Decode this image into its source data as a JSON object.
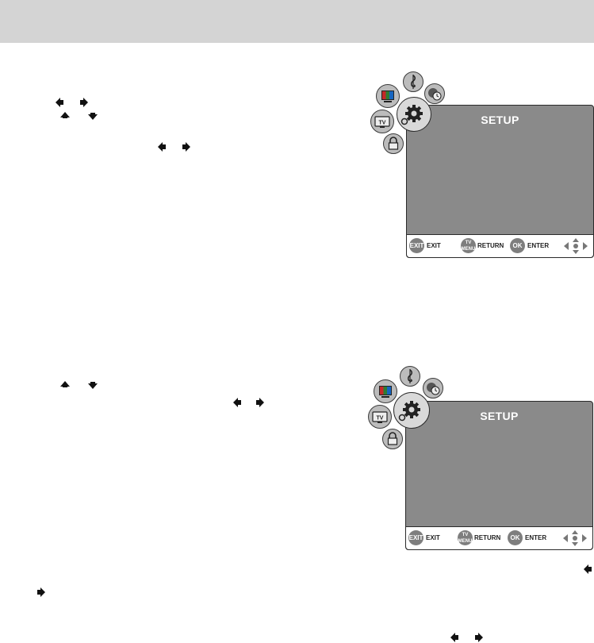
{
  "header": {
    "band_label": ""
  },
  "menus": [
    {
      "title": "SETUP",
      "icons": [
        "music-note-icon",
        "clock-globe-icon",
        "color-bars-icon",
        "tv-icon",
        "lock-icon",
        "gear-icon"
      ],
      "footer": {
        "exit_key": "EXIT",
        "exit_label": "EXIT",
        "tvmenu_key_top": "TV",
        "tvmenu_key_bottom": "MENU",
        "return_label": "RETURN",
        "ok_key": "OK",
        "enter_label": "ENTER"
      }
    },
    {
      "title": "SETUP",
      "icons": [
        "music-note-icon",
        "clock-globe-icon",
        "color-bars-icon",
        "tv-icon",
        "lock-icon",
        "gear-icon"
      ],
      "footer": {
        "exit_key": "EXIT",
        "exit_label": "EXIT",
        "tvmenu_key_top": "TV",
        "tvmenu_key_bottom": "MENU",
        "return_label": "RETURN",
        "ok_key": "OK",
        "enter_label": "ENTER"
      }
    }
  ],
  "arrow_icons": [
    "left-arrow-icon",
    "right-arrow-icon",
    "up-arrow-icon",
    "down-arrow-icon"
  ]
}
